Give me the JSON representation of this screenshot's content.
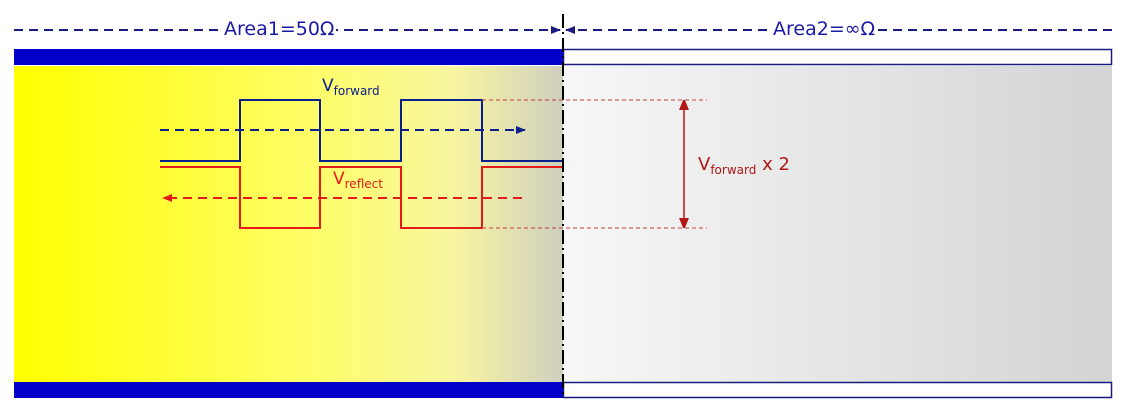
{
  "areas": {
    "area1": {
      "label": "Area1=50Ω"
    },
    "area2": {
      "label": "Area2=∞Ω"
    }
  },
  "signals": {
    "forward": {
      "base": "V",
      "sub": "forward",
      "color": "#0a1e8c"
    },
    "reflect": {
      "base": "V",
      "sub": "reflect",
      "color": "#e31b1b"
    }
  },
  "amplitude_annotation": {
    "base": "V",
    "sub": "forward",
    "suffix": " x 2",
    "color": "#b01818"
  },
  "colors": {
    "conductor": "#0000c8",
    "area1_fill_start": "#ffff00",
    "area1_fill_end": "#cfcfbf",
    "area2_fill_start": "#f6f6f6",
    "area2_fill_end": "#d4d4d4",
    "dimension_line": "#1a1a80"
  }
}
